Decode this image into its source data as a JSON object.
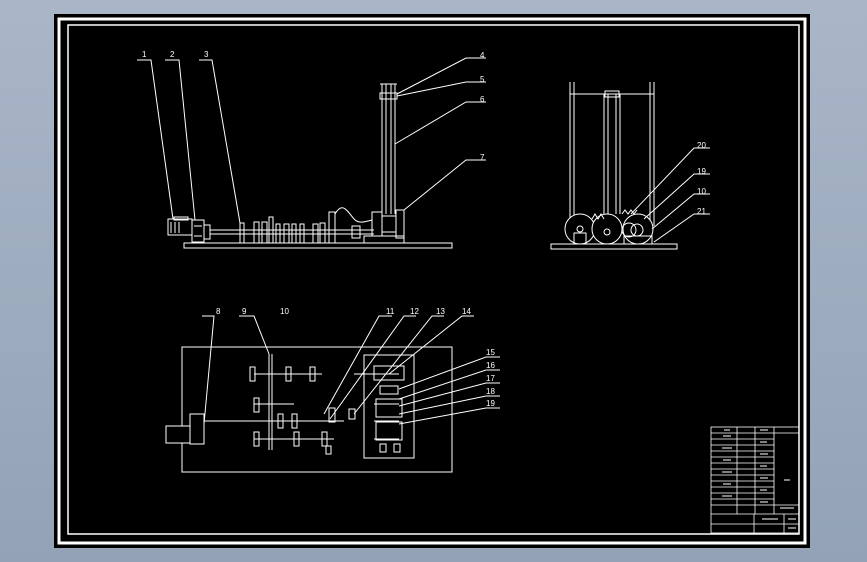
{
  "drawing": {
    "background": "#000000",
    "line_color": "#ffffff",
    "frame_color": "#ffffff"
  },
  "callouts_elevation": [
    "1",
    "2",
    "3",
    "4",
    "5",
    "6",
    "7"
  ],
  "callouts_side": [
    "20",
    "19",
    "10",
    "21"
  ],
  "callouts_plan": [
    "8",
    "9",
    "10",
    "11",
    "12",
    "13",
    "14",
    "15",
    "16",
    "17",
    "18",
    "19"
  ]
}
